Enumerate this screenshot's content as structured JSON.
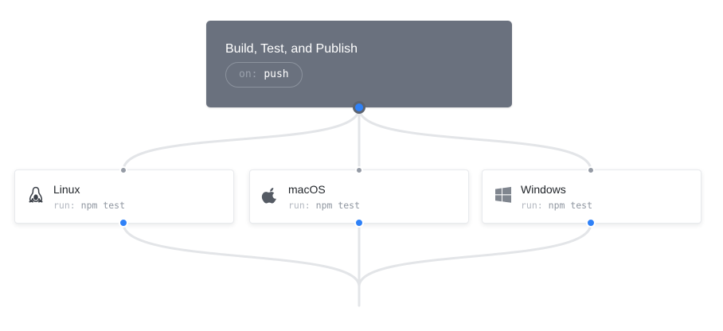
{
  "workflow": {
    "title": "Build, Test, and Publish",
    "trigger_key": "on:",
    "trigger_value": "push"
  },
  "jobs": [
    {
      "name": "Linux",
      "run_key": "run:",
      "run_value": "npm test",
      "icon": "linux-penguin-icon"
    },
    {
      "name": "macOS",
      "run_key": "run:",
      "run_value": "npm test",
      "icon": "apple-icon"
    },
    {
      "name": "Windows",
      "run_key": "run:",
      "run_value": "npm test",
      "icon": "windows-icon"
    }
  ],
  "colors": {
    "workflow_bg": "#6a717e",
    "edge": "#e3e5e8",
    "output_dot": "#2f81f7",
    "input_dot": "#959ba5"
  }
}
